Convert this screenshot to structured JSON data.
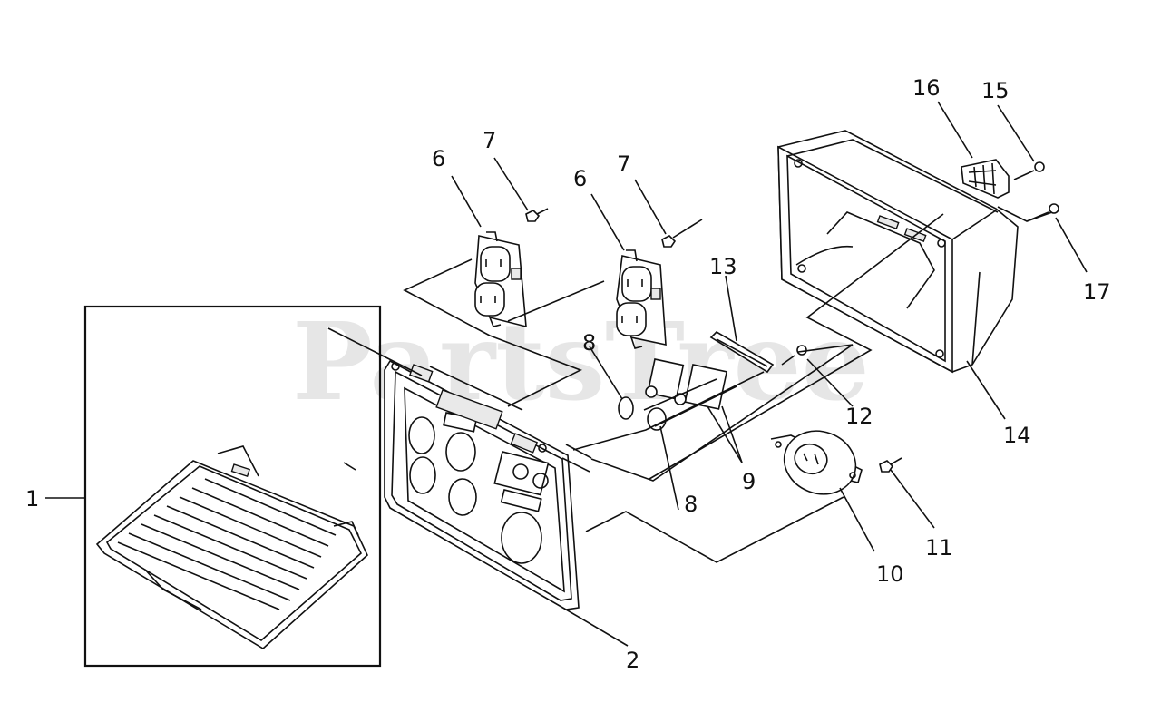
{
  "watermark": "PartsTree",
  "callouts": [
    "1",
    "2",
    "6",
    "6",
    "7",
    "7",
    "8",
    "8",
    "9",
    "10",
    "11",
    "12",
    "13",
    "14",
    "15",
    "16",
    "17"
  ]
}
